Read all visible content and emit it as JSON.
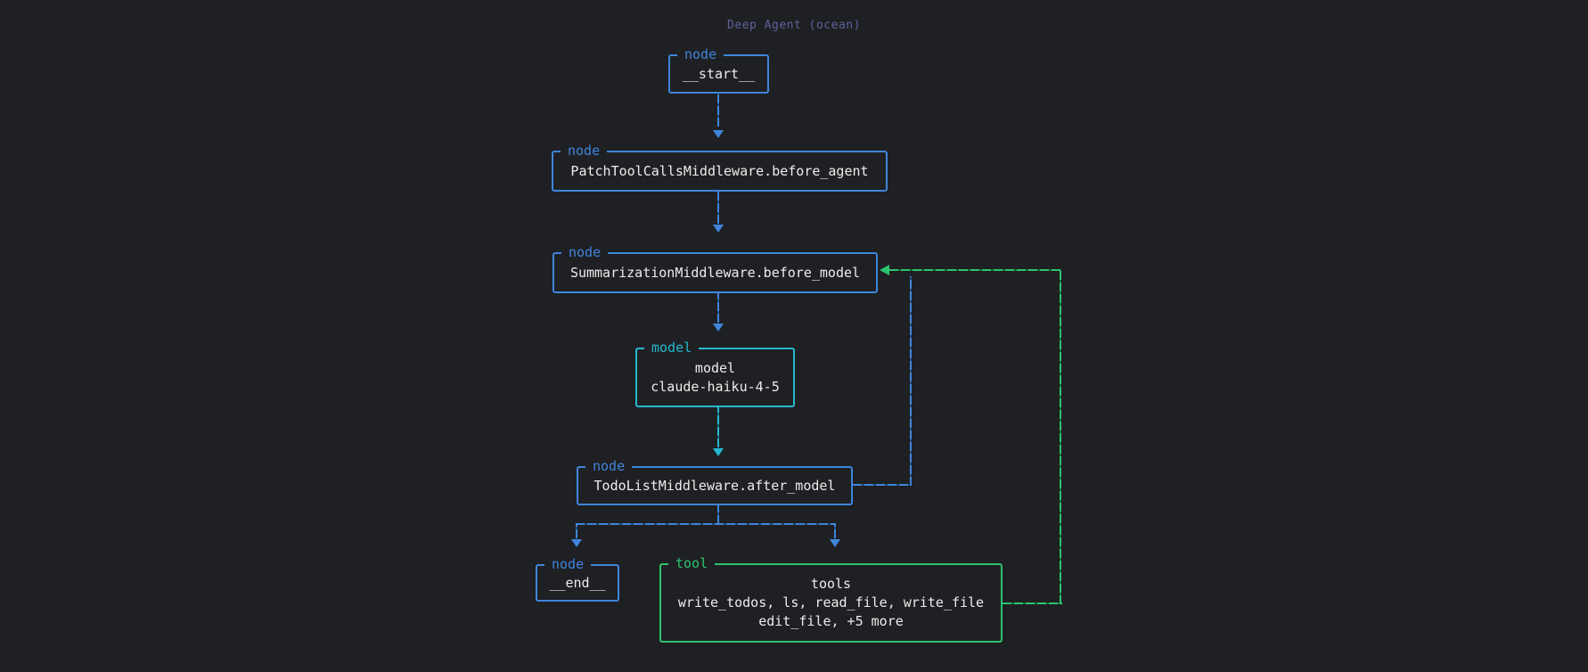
{
  "title": "Deep Agent (ocean)",
  "colors": {
    "background": "#1f2023",
    "text": "#ececec",
    "title": "#5b629c",
    "node_blue": "#3f85dc",
    "model_teal": "#25b7cf",
    "tool_green": "#2cc36e"
  },
  "nodes": [
    {
      "id": "start",
      "kind": "node",
      "lines": [
        "__start__"
      ]
    },
    {
      "id": "patch",
      "kind": "node",
      "lines": [
        "PatchToolCallsMiddleware.before_agent"
      ]
    },
    {
      "id": "summarization",
      "kind": "node",
      "lines": [
        "SummarizationMiddleware.before_model"
      ]
    },
    {
      "id": "model",
      "kind": "model",
      "lines": [
        "model",
        "claude-haiku-4-5"
      ]
    },
    {
      "id": "todolist",
      "kind": "node",
      "lines": [
        "TodoListMiddleware.after_model"
      ]
    },
    {
      "id": "end",
      "kind": "node",
      "lines": [
        "__end__"
      ]
    },
    {
      "id": "tools",
      "kind": "tool",
      "lines": [
        "tools",
        "write_todos, ls, read_file, write_file",
        "edit_file, +5 more"
      ]
    }
  ],
  "edges": [
    {
      "from": "__start__",
      "to": "PatchToolCallsMiddleware.before_agent",
      "color": "blue"
    },
    {
      "from": "PatchToolCallsMiddleware.before_agent",
      "to": "SummarizationMiddleware.before_model",
      "color": "blue"
    },
    {
      "from": "SummarizationMiddleware.before_model",
      "to": "model claude-haiku-4-5",
      "color": "blue"
    },
    {
      "from": "model claude-haiku-4-5",
      "to": "TodoListMiddleware.after_model",
      "color": "teal"
    },
    {
      "from": "TodoListMiddleware.after_model",
      "to": "__end__",
      "color": "blue"
    },
    {
      "from": "TodoListMiddleware.after_model",
      "to": "tools",
      "color": "blue"
    },
    {
      "from": "TodoListMiddleware.after_model",
      "to": "SummarizationMiddleware.before_model",
      "color": "blue"
    },
    {
      "from": "tools",
      "to": "SummarizationMiddleware.before_model",
      "color": "green"
    }
  ]
}
